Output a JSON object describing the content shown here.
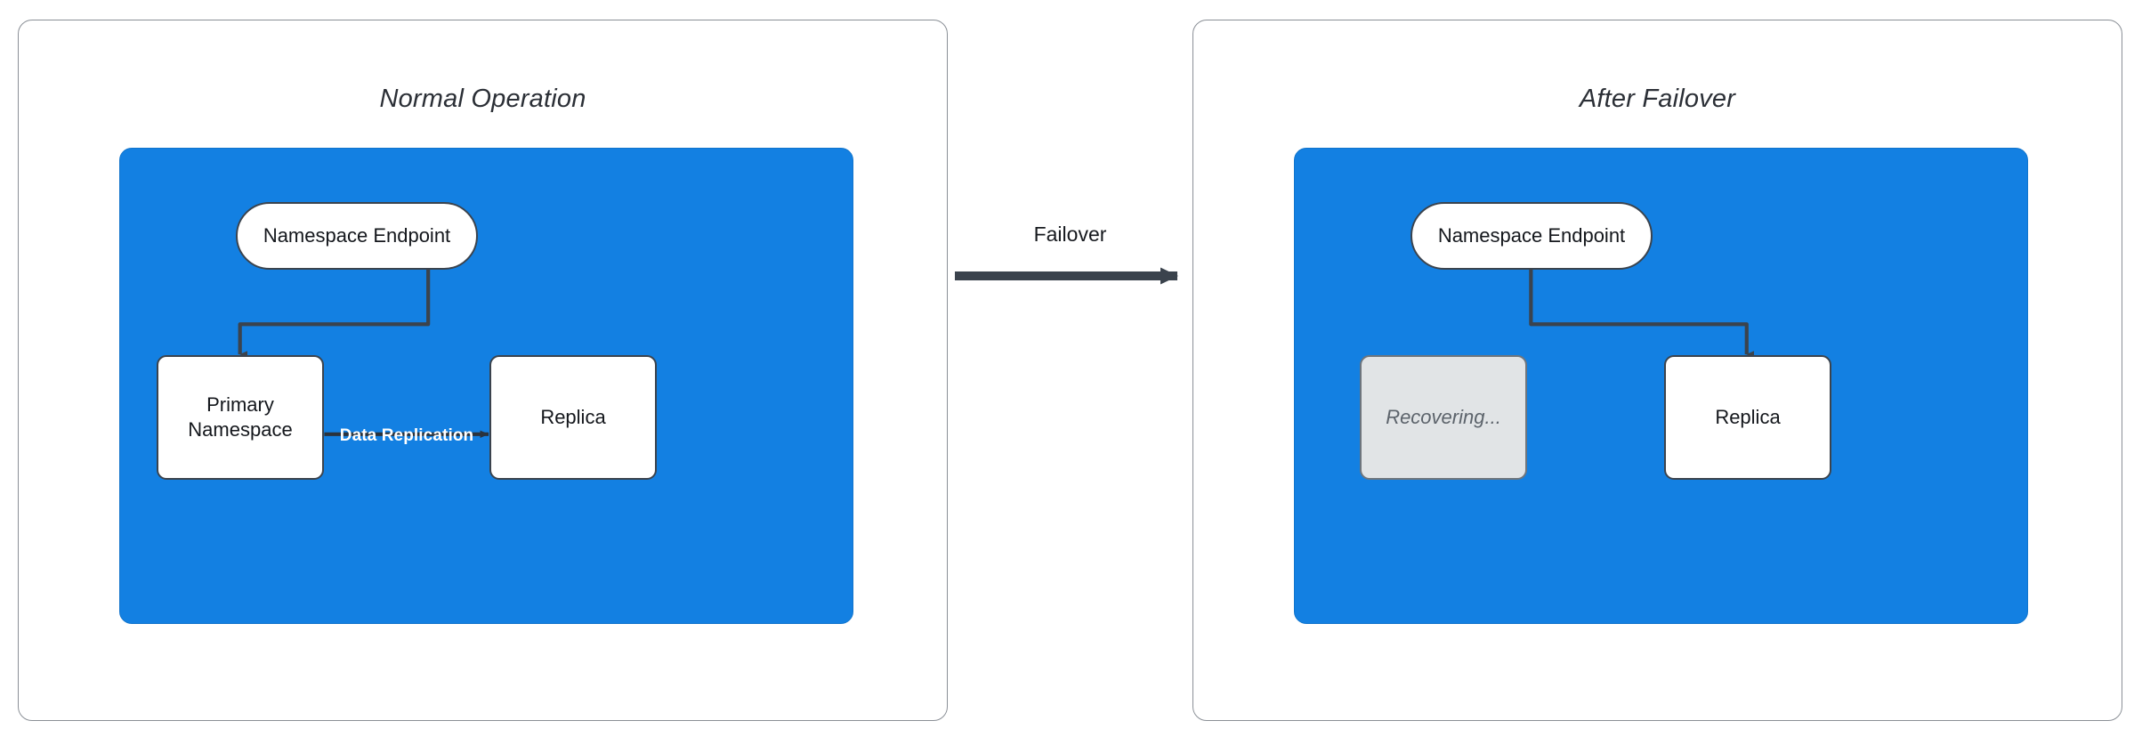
{
  "diagram": {
    "type": "failover-comparison-diagram",
    "colors": {
      "zone_fill": "#1380e2",
      "panel_border": "#8a8f96",
      "node_stroke": "#3b434d",
      "node_fill": "#ffffff",
      "muted_fill": "#e1e4e6",
      "muted_text": "#5c636b",
      "connector": "#3b434d",
      "replication_label": "#ffffff"
    }
  },
  "panels": [
    {
      "id": "normal-operation",
      "title": "Normal Operation",
      "endpoint": {
        "label": "Namespace Endpoint"
      },
      "nodes": [
        {
          "id": "primary-namespace",
          "label": "Primary\nNamespace",
          "line1": "Primary",
          "line2": "Namespace",
          "state": "active"
        },
        {
          "id": "replica",
          "label": "Replica",
          "state": "active"
        }
      ],
      "edges": [
        {
          "id": "endpoint-to-primary",
          "from": "namespace-endpoint",
          "to": "primary-namespace",
          "label": ""
        },
        {
          "id": "primary-to-replica",
          "from": "primary-namespace",
          "to": "replica",
          "label": "Data Replication"
        }
      ]
    },
    {
      "id": "after-failover",
      "title": "After Failover",
      "endpoint": {
        "label": "Namespace Endpoint"
      },
      "nodes": [
        {
          "id": "recovering",
          "label": "Recovering...",
          "state": "recovering"
        },
        {
          "id": "replica",
          "label": "Replica",
          "state": "active"
        }
      ],
      "edges": [
        {
          "id": "endpoint-to-replica",
          "from": "namespace-endpoint",
          "to": "replica",
          "label": ""
        }
      ]
    }
  ],
  "transition": {
    "label": "Failover",
    "direction": "left-to-right"
  }
}
